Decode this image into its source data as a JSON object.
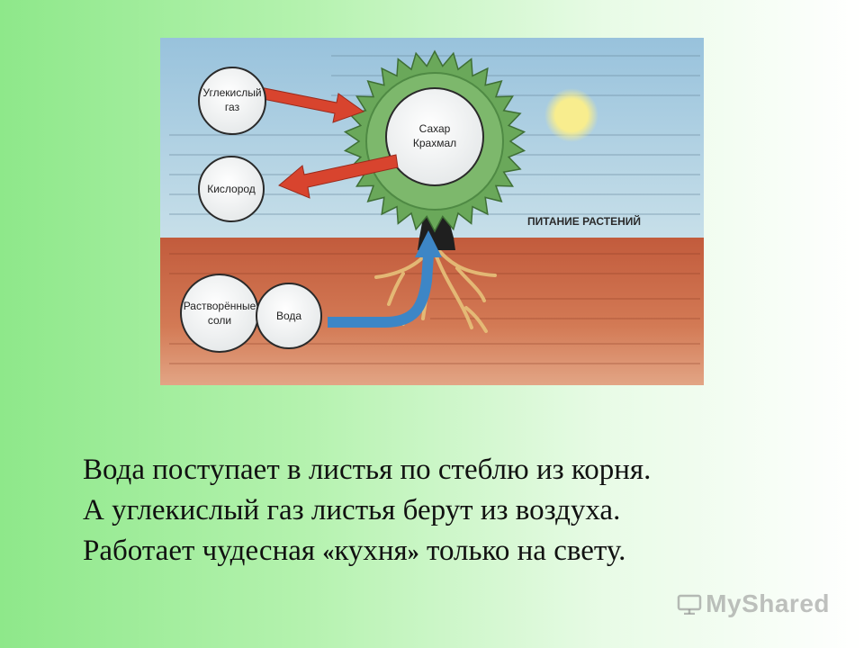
{
  "diagram": {
    "labels": {
      "co2_line1": "Углекислый",
      "co2_line2": "газ",
      "oxygen": "Кислород",
      "sugar": "Сахар",
      "starch": "Крахмал",
      "title": "ПИТАНИЕ РАСТЕНИЙ",
      "salts_line1": "Растворённые",
      "salts_line2": "соли",
      "water": "Вода"
    },
    "colors": {
      "sky": "#a9cde0",
      "soil": "#c96a46",
      "crown": "#6aa85a",
      "sun": "#f7e98a",
      "red_arrow": "#d8442e",
      "blue_arrow": "#3d86c6"
    }
  },
  "caption": {
    "line1": "Вода поступает в листья по стеблю  из корня.",
    "line2": "А углекислый газ листья берут из воздуха.",
    "line3_pre": "Работает чудесная ",
    "line3_open_quote": "«",
    "line3_word": "кухня",
    "line3_close_quote": "»",
    "line3_post": " только на свету."
  },
  "watermark": {
    "brand": "MyShared",
    "icon": "projector-icon"
  }
}
